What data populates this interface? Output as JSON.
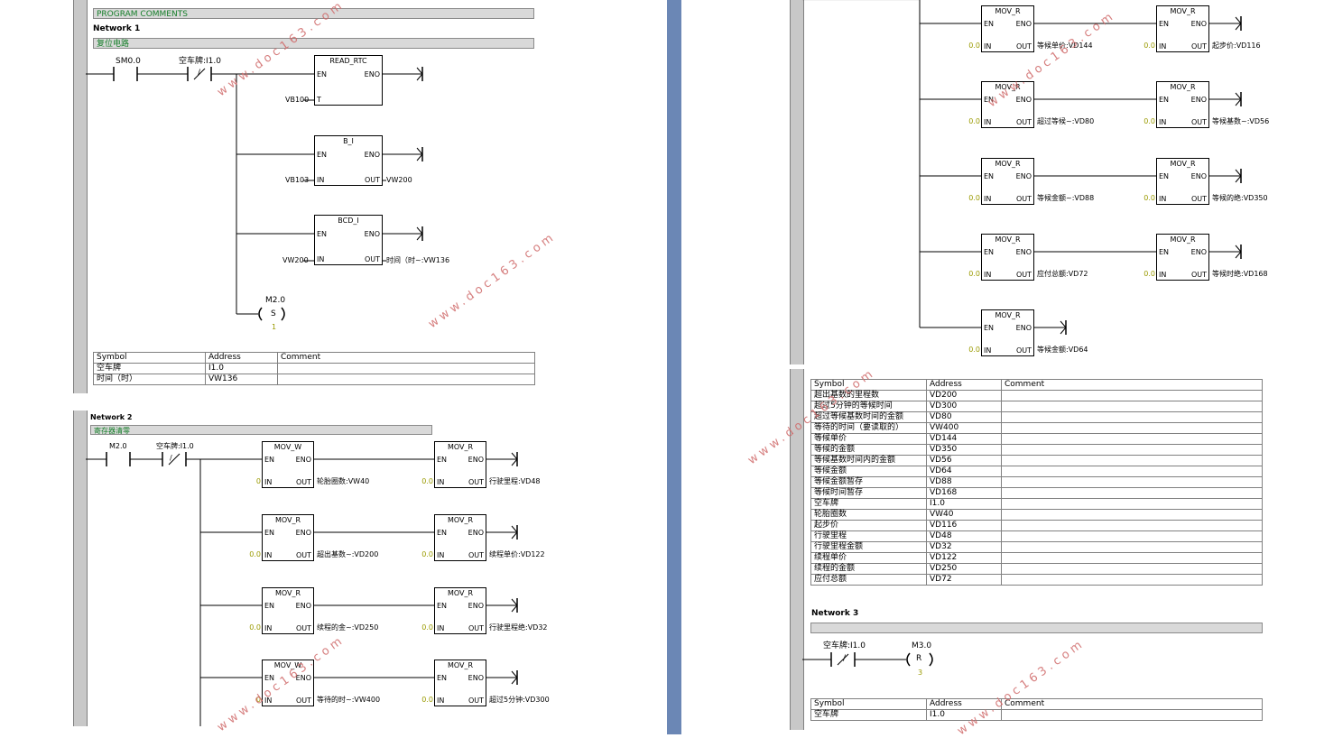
{
  "left": {
    "program_comments": "PROGRAM COMMENTS",
    "network1": {
      "title": "Network 1",
      "comment": "复位电路",
      "contacts": [
        "SM0.0",
        "空车牌:I1.0"
      ],
      "nc_symbol": "/",
      "blocks": [
        {
          "name": "READ_RTC",
          "en": "EN",
          "eno": "ENO",
          "in_pin": "T",
          "out_pin": "",
          "in_label": "VB100",
          "out_label": ""
        },
        {
          "name": "B_I",
          "en": "EN",
          "eno": "ENO",
          "in_pin": "IN",
          "out_pin": "OUT",
          "in_label": "VB103",
          "out_label": "VW200"
        },
        {
          "name": "BCD_I",
          "en": "EN",
          "eno": "ENO",
          "in_pin": "IN",
          "out_pin": "OUT",
          "in_label": "VW200",
          "out_label": "时间（时~:VW136"
        }
      ],
      "coil": {
        "addr": "M2.0",
        "type": "S",
        "count": "1"
      },
      "table": {
        "headers": [
          "Symbol",
          "Address",
          "Comment"
        ],
        "rows": [
          [
            "空车牌",
            "I1.0",
            ""
          ],
          [
            "时间（时）",
            "VW136",
            ""
          ]
        ]
      }
    },
    "network2": {
      "title": "Network 2",
      "comment": "寄存器清零",
      "contacts": [
        "M2.0",
        "空车牌:I1.0"
      ],
      "nc_symbol": "/",
      "blocks": [
        {
          "name": "MOV_W",
          "in_label": "0",
          "out_label": "轮胎圈数:VW40"
        },
        {
          "name": "MOV_R",
          "in_label": "0.0",
          "out_label": "行驶里程:VD48"
        },
        {
          "name": "MOV_R",
          "in_label": "0.0",
          "out_label": "超出基数~:VD200"
        },
        {
          "name": "MOV_R",
          "in_label": "0.0",
          "out_label": "续程单价:VD122"
        },
        {
          "name": "MOV_R",
          "in_label": "0.0",
          "out_label": "续程的金~:VD250"
        },
        {
          "name": "MOV_R",
          "in_label": "0.0",
          "out_label": "行驶里程绝:VD32"
        },
        {
          "name": "MOV_W",
          "in_label": "0",
          "out_label": "等待的时~:VW400"
        },
        {
          "name": "MOV_R",
          "in_label": "0.0",
          "out_label": "超过5分钟:VD300"
        }
      ]
    }
  },
  "right": {
    "blocks": [
      {
        "name": "MOV_R",
        "in_label": "0.0",
        "out_label": "等候单价:VD144"
      },
      {
        "name": "MOV_R",
        "in_label": "0.0",
        "out_label": "起步价:VD116"
      },
      {
        "name": "MOV_R",
        "in_label": "0.0",
        "out_label": "超过等候~:VD80"
      },
      {
        "name": "MOV_R",
        "in_label": "0.0",
        "out_label": "等候基数~:VD56"
      },
      {
        "name": "MOV_R",
        "in_label": "0.0",
        "out_label": "等候金额~:VD88"
      },
      {
        "name": "MOV_R",
        "in_label": "0.0",
        "out_label": "等候的绝:VD350"
      },
      {
        "name": "MOV_R",
        "in_label": "0.0",
        "out_label": "应付总额:VD72"
      },
      {
        "name": "MOV_R",
        "in_label": "0.0",
        "out_label": "等候时绝:VD168"
      },
      {
        "name": "MOV_R",
        "in_label": "0.0",
        "out_label": "等候金额:VD64"
      }
    ],
    "pin_en": "EN",
    "pin_eno": "ENO",
    "pin_in": "IN",
    "pin_out": "OUT",
    "table": {
      "headers": [
        "Symbol",
        "Address",
        "Comment"
      ],
      "rows": [
        [
          "超出基数的里程数",
          "VD200",
          ""
        ],
        [
          "超过5分钟的等候时间",
          "VD300",
          ""
        ],
        [
          "超过等候基数时间的金额",
          "VD80",
          ""
        ],
        [
          "等待的时间（要读取的）",
          "VW400",
          ""
        ],
        [
          "等候单价",
          "VD144",
          ""
        ],
        [
          "等候的金额",
          "VD350",
          ""
        ],
        [
          "等候基数时间内的金额",
          "VD56",
          ""
        ],
        [
          "等候金额",
          "VD64",
          ""
        ],
        [
          "等候金额暂存",
          "VD88",
          ""
        ],
        [
          "等候时间暂存",
          "VD168",
          ""
        ],
        [
          "空车牌",
          "I1.0",
          ""
        ],
        [
          "轮胎圈数",
          "VW40",
          ""
        ],
        [
          "起步价",
          "VD116",
          ""
        ],
        [
          "行驶里程",
          "VD48",
          ""
        ],
        [
          "行驶里程金额",
          "VD32",
          ""
        ],
        [
          "续程单价",
          "VD122",
          ""
        ],
        [
          "续程的金额",
          "VD250",
          ""
        ],
        [
          "应付总额",
          "VD72",
          ""
        ]
      ]
    },
    "network3": {
      "title": "Network 3",
      "contact": "空车牌:I1.0",
      "nc_symbol": "/",
      "coil": {
        "addr": "M3.0",
        "type": "R",
        "count": "3"
      },
      "table": {
        "headers": [
          "Symbol",
          "Address",
          "Comment"
        ],
        "rows": [
          [
            "空车牌",
            "I1.0",
            ""
          ]
        ]
      }
    }
  },
  "watermark": "www.doc163.com",
  "colors": {
    "rail": "#c8c8c8",
    "divider": "#6b87b5",
    "comment_text": "#167f2a",
    "watermark": "#d06a6a",
    "constant": "#9a9a00"
  }
}
